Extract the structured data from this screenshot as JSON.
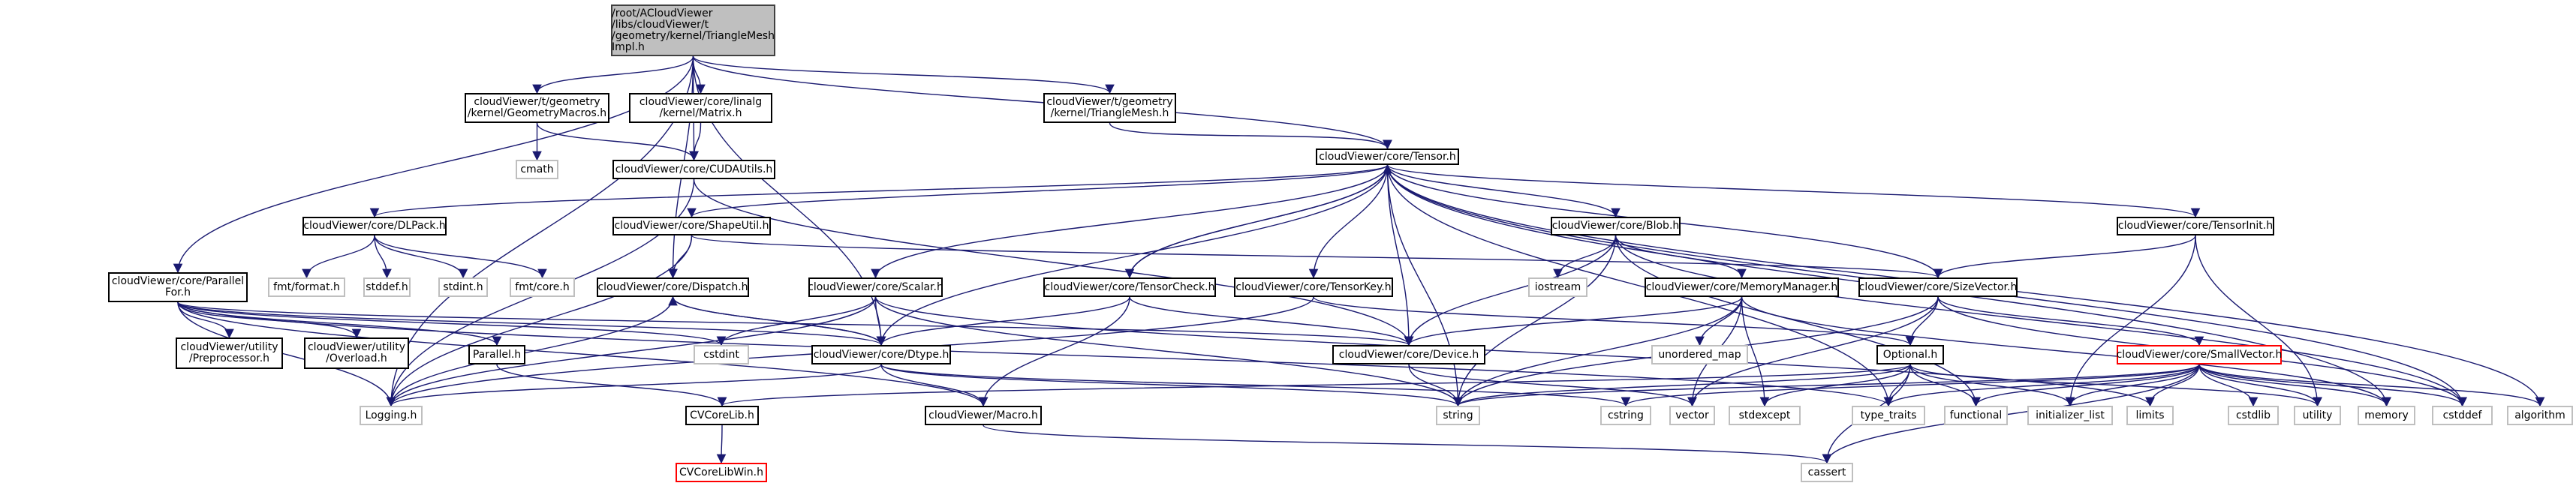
{
  "graph": {
    "type": "include-dependency-graph",
    "edge_color": "#191970",
    "root_fill": "#bfbfbf",
    "truncated_border_color": "#ff0000",
    "external_border_color": "#bfbfbf",
    "nodes": [
      {
        "id": "root",
        "label": "/root/ACloudViewer\n/libs/cloudViewer/t\n/geometry/kernel/TriangleMesh\nImpl.h",
        "kind": "root"
      },
      {
        "id": "geomacros",
        "label": "cloudViewer/t/geometry\n/kernel/GeometryMacros.h",
        "kind": "doc"
      },
      {
        "id": "matrix",
        "label": "cloudViewer/core/linalg\n/kernel/Matrix.h",
        "kind": "doc"
      },
      {
        "id": "trimesh",
        "label": "cloudViewer/t/geometry\n/kernel/TriangleMesh.h",
        "kind": "doc"
      },
      {
        "id": "cmath",
        "label": "cmath",
        "kind": "ext"
      },
      {
        "id": "cudautils",
        "label": "cloudViewer/core/CUDAUtils.h",
        "kind": "doc"
      },
      {
        "id": "tensor",
        "label": "cloudViewer/core/Tensor.h",
        "kind": "doc"
      },
      {
        "id": "dlpack",
        "label": "cloudViewer/core/DLPack.h",
        "kind": "doc"
      },
      {
        "id": "shapeutil",
        "label": "cloudViewer/core/ShapeUtil.h",
        "kind": "doc"
      },
      {
        "id": "blob",
        "label": "cloudViewer/core/Blob.h",
        "kind": "doc"
      },
      {
        "id": "tensorinit",
        "label": "cloudViewer/core/TensorInit.h",
        "kind": "doc"
      },
      {
        "id": "parallelfor",
        "label": "cloudViewer/core/Parallel\nFor.h",
        "kind": "doc"
      },
      {
        "id": "fmtformat",
        "label": "fmt/format.h",
        "kind": "ext"
      },
      {
        "id": "stddef",
        "label": "stddef.h",
        "kind": "ext"
      },
      {
        "id": "stdinth",
        "label": "stdint.h",
        "kind": "ext"
      },
      {
        "id": "fmtcore",
        "label": "fmt/core.h",
        "kind": "ext"
      },
      {
        "id": "dispatch",
        "label": "cloudViewer/core/Dispatch.h",
        "kind": "doc"
      },
      {
        "id": "scalar",
        "label": "cloudViewer/core/Scalar.h",
        "kind": "doc"
      },
      {
        "id": "tensorcheck",
        "label": "cloudViewer/core/TensorCheck.h",
        "kind": "doc"
      },
      {
        "id": "tensorkey",
        "label": "cloudViewer/core/TensorKey.h",
        "kind": "doc"
      },
      {
        "id": "iostream",
        "label": "iostream",
        "kind": "ext"
      },
      {
        "id": "memmgr",
        "label": "cloudViewer/core/MemoryManager.h",
        "kind": "doc"
      },
      {
        "id": "sizevector",
        "label": "cloudViewer/core/SizeVector.h",
        "kind": "doc"
      },
      {
        "id": "preproc",
        "label": "cloudViewer/utility\n/Preprocessor.h",
        "kind": "doc"
      },
      {
        "id": "overload",
        "label": "cloudViewer/utility\n/Overload.h",
        "kind": "doc"
      },
      {
        "id": "parallel",
        "label": "Parallel.h",
        "kind": "doc"
      },
      {
        "id": "cstdint",
        "label": "cstdint",
        "kind": "ext"
      },
      {
        "id": "dtype",
        "label": "cloudViewer/core/Dtype.h",
        "kind": "doc"
      },
      {
        "id": "device",
        "label": "cloudViewer/core/Device.h",
        "kind": "doc"
      },
      {
        "id": "unordered_map",
        "label": "unordered_map",
        "kind": "ext"
      },
      {
        "id": "optional",
        "label": "Optional.h",
        "kind": "doc"
      },
      {
        "id": "smallvector",
        "label": "cloudViewer/core/SmallVector.h",
        "kind": "truncated"
      },
      {
        "id": "logging",
        "label": "Logging.h",
        "kind": "ext"
      },
      {
        "id": "cvcorelib",
        "label": "CVCoreLib.h",
        "kind": "doc"
      },
      {
        "id": "macro",
        "label": "cloudViewer/Macro.h",
        "kind": "doc"
      },
      {
        "id": "string",
        "label": "string",
        "kind": "ext"
      },
      {
        "id": "cstring",
        "label": "cstring",
        "kind": "ext"
      },
      {
        "id": "vector",
        "label": "vector",
        "kind": "ext"
      },
      {
        "id": "stdexcept",
        "label": "stdexcept",
        "kind": "ext"
      },
      {
        "id": "type_traits",
        "label": "type_traits",
        "kind": "ext"
      },
      {
        "id": "functional",
        "label": "functional",
        "kind": "ext"
      },
      {
        "id": "initializer_list",
        "label": "initializer_list",
        "kind": "ext"
      },
      {
        "id": "limits",
        "label": "limits",
        "kind": "ext"
      },
      {
        "id": "cstdlib",
        "label": "cstdlib",
        "kind": "ext"
      },
      {
        "id": "utility",
        "label": "utility",
        "kind": "ext"
      },
      {
        "id": "memory",
        "label": "memory",
        "kind": "ext"
      },
      {
        "id": "cstddef",
        "label": "cstddef",
        "kind": "ext"
      },
      {
        "id": "algorithm",
        "label": "algorithm",
        "kind": "ext"
      },
      {
        "id": "cvcorelibwin",
        "label": "CVCoreLibWin.h",
        "kind": "truncated"
      },
      {
        "id": "cassert",
        "label": "cassert",
        "kind": "ext"
      }
    ],
    "edges": [
      [
        "root",
        "geomacros"
      ],
      [
        "root",
        "matrix"
      ],
      [
        "root",
        "trimesh"
      ],
      [
        "root",
        "cudautils"
      ],
      [
        "root",
        "tensor"
      ],
      [
        "root",
        "parallelfor"
      ],
      [
        "root",
        "dispatch"
      ],
      [
        "root",
        "dtype"
      ],
      [
        "root",
        "logging"
      ],
      [
        "geomacros",
        "cmath"
      ],
      [
        "geomacros",
        "cudautils"
      ],
      [
        "matrix",
        "cudautils"
      ],
      [
        "trimesh",
        "tensor"
      ],
      [
        "cudautils",
        "logging"
      ],
      [
        "cudautils",
        "device"
      ],
      [
        "tensor",
        "dlpack"
      ],
      [
        "tensor",
        "shapeutil"
      ],
      [
        "tensor",
        "blob"
      ],
      [
        "tensor",
        "tensorinit"
      ],
      [
        "tensor",
        "scalar"
      ],
      [
        "tensor",
        "tensorcheck"
      ],
      [
        "tensor",
        "tensorkey"
      ],
      [
        "tensor",
        "dtype"
      ],
      [
        "tensor",
        "device"
      ],
      [
        "tensor",
        "sizevector"
      ],
      [
        "tensor",
        "string"
      ],
      [
        "tensor",
        "type_traits"
      ],
      [
        "tensor",
        "memory"
      ],
      [
        "tensor",
        "cstddef"
      ],
      [
        "tensor",
        "algorithm"
      ],
      [
        "dlpack",
        "fmtformat"
      ],
      [
        "dlpack",
        "stddef"
      ],
      [
        "dlpack",
        "stdinth"
      ],
      [
        "dlpack",
        "fmtcore"
      ],
      [
        "shapeutil",
        "dispatch"
      ],
      [
        "shapeutil",
        "sizevector"
      ],
      [
        "shapeutil",
        "logging"
      ],
      [
        "blob",
        "iostream"
      ],
      [
        "blob",
        "memmgr"
      ],
      [
        "blob",
        "device"
      ],
      [
        "blob",
        "string"
      ],
      [
        "blob",
        "functional"
      ],
      [
        "blob",
        "cstddef"
      ],
      [
        "tensorinit",
        "sizevector"
      ],
      [
        "tensorinit",
        "utility"
      ],
      [
        "tensorinit",
        "initializer_list"
      ],
      [
        "parallelfor",
        "preproc"
      ],
      [
        "parallelfor",
        "overload"
      ],
      [
        "parallelfor",
        "parallel"
      ],
      [
        "parallelfor",
        "cstdint"
      ],
      [
        "parallelfor",
        "device"
      ],
      [
        "parallelfor",
        "logging"
      ],
      [
        "parallelfor",
        "macro"
      ],
      [
        "parallelfor",
        "type_traits"
      ],
      [
        "parallelfor",
        "dtype"
      ],
      [
        "dispatch",
        "dtype"
      ],
      [
        "dispatch",
        "logging"
      ],
      [
        "scalar",
        "dtype"
      ],
      [
        "scalar",
        "cstdint"
      ],
      [
        "scalar",
        "logging"
      ],
      [
        "scalar",
        "string"
      ],
      [
        "scalar",
        "limits"
      ],
      [
        "tensorcheck",
        "tensor"
      ],
      [
        "tensorcheck",
        "dtype"
      ],
      [
        "tensorcheck",
        "device"
      ],
      [
        "tensorcheck",
        "macro"
      ],
      [
        "tensorkey",
        "logging"
      ],
      [
        "tensorkey",
        "optional"
      ],
      [
        "memmgr",
        "device"
      ],
      [
        "memmgr",
        "string"
      ],
      [
        "memmgr",
        "unordered_map"
      ],
      [
        "memmgr",
        "vector"
      ],
      [
        "memmgr",
        "stdexcept"
      ],
      [
        "memmgr",
        "memory"
      ],
      [
        "sizevector",
        "optional"
      ],
      [
        "sizevector",
        "smallvector"
      ],
      [
        "sizevector",
        "string"
      ],
      [
        "sizevector",
        "vector"
      ],
      [
        "sizevector",
        "cstddef"
      ],
      [
        "parallel",
        "cvcorelib"
      ],
      [
        "dtype",
        "dtype_self_skip"
      ],
      [
        "dtype",
        "dispatch"
      ],
      [
        "dtype",
        "logging"
      ],
      [
        "dtype",
        "macro"
      ],
      [
        "dtype",
        "string"
      ],
      [
        "dtype",
        "cstring"
      ],
      [
        "device",
        "string"
      ],
      [
        "device",
        "vector"
      ],
      [
        "optional",
        "cassert"
      ],
      [
        "optional",
        "string"
      ],
      [
        "optional",
        "stdexcept"
      ],
      [
        "optional",
        "type_traits"
      ],
      [
        "optional",
        "functional"
      ],
      [
        "optional",
        "initializer_list"
      ],
      [
        "optional",
        "utility"
      ],
      [
        "optional",
        "cvcorelib"
      ],
      [
        "smallvector",
        "cassert"
      ],
      [
        "smallvector",
        "cstdlib"
      ],
      [
        "smallvector",
        "utility"
      ],
      [
        "smallvector",
        "memory"
      ],
      [
        "smallvector",
        "cstddef"
      ],
      [
        "smallvector",
        "algorithm"
      ],
      [
        "smallvector",
        "limits"
      ],
      [
        "smallvector",
        "initializer_list"
      ],
      [
        "smallvector",
        "type_traits"
      ],
      [
        "smallvector",
        "functional"
      ],
      [
        "smallvector",
        "cstring"
      ],
      [
        "smallvector",
        "string"
      ],
      [
        "cvcorelib",
        "cvcorelibwin"
      ],
      [
        "macro",
        "cassert"
      ]
    ]
  }
}
